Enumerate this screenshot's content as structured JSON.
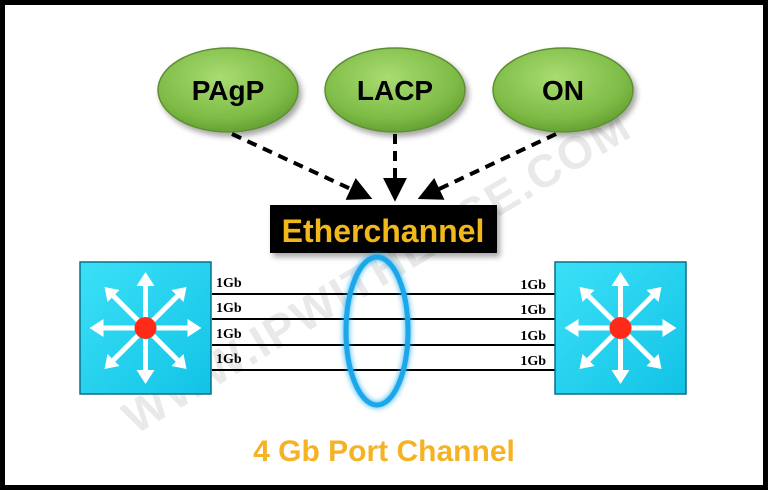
{
  "watermark": "WWW.IPWITHEASE.COM",
  "protocols": [
    {
      "label": "PAgP"
    },
    {
      "label": "LACP"
    },
    {
      "label": "ON"
    }
  ],
  "etherchannel_label": "Etherchannel",
  "links": [
    {
      "left_label": "1Gb",
      "right_label": "1Gb"
    },
    {
      "left_label": "1Gb",
      "right_label": "1Gb"
    },
    {
      "left_label": "1Gb",
      "right_label": "1Gb"
    },
    {
      "left_label": "1Gb",
      "right_label": "1Gb"
    }
  ],
  "caption": "4 Gb Port Channel",
  "colors": {
    "bubble_fill": "#7dbb45",
    "switch_fill": "#1fd3f0",
    "switch_center": "#ff2a17",
    "ether_box": "#000000",
    "ether_text": "#f2b718",
    "caption": "#f5b323",
    "ring": "#1aa7ea"
  },
  "icons": {
    "left_switch": "layer3-switch-icon",
    "right_switch": "layer3-switch-icon"
  }
}
